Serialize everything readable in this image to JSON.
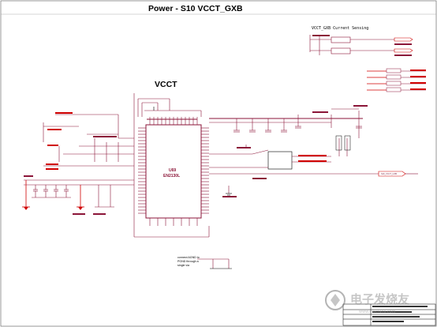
{
  "page_title": "Power - S10 VCCT_GXB",
  "block_title": "VCCT",
  "sense_title": "VCCT_GXB Current Sensing",
  "chip": {
    "ref": "U69",
    "part": "EN2130L"
  },
  "note_lines": [
    "connect AGND to",
    "PGND through a",
    "single via"
  ],
  "watermark": "电子发烧友",
  "watermark_url": "www.elecfans.com",
  "output_net": "S10_VCCT_GXB"
}
